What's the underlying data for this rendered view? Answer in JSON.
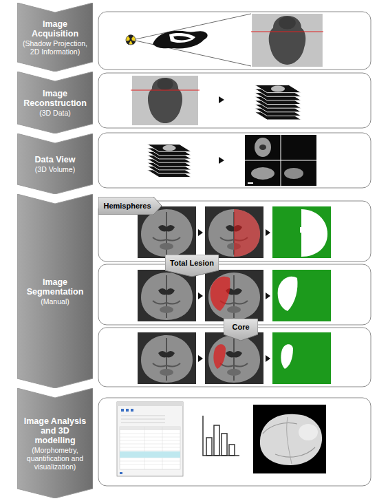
{
  "diagram": {
    "nodes": [
      {
        "text": [
          "Image Acquisition",
          "(Shadow Projection, 2D Information)"
        ]
      },
      {
        "text": [
          "Image Reconstruction",
          "(3D Data)"
        ]
      },
      {
        "text": [
          "Data View",
          "(3D Volume)"
        ]
      },
      {
        "text": [
          "Image Segmentation",
          "(Manual)"
        ]
      },
      {
        "text": [
          "Image Analysis and 3D modelling",
          "(Morphometry, quantification and visualization)"
        ]
      },
      {
        "text": [
          "Hemispheres"
        ]
      },
      {
        "text": [
          "Total Lesion"
        ]
      },
      {
        "text": [
          "Core"
        ]
      }
    ]
  }
}
